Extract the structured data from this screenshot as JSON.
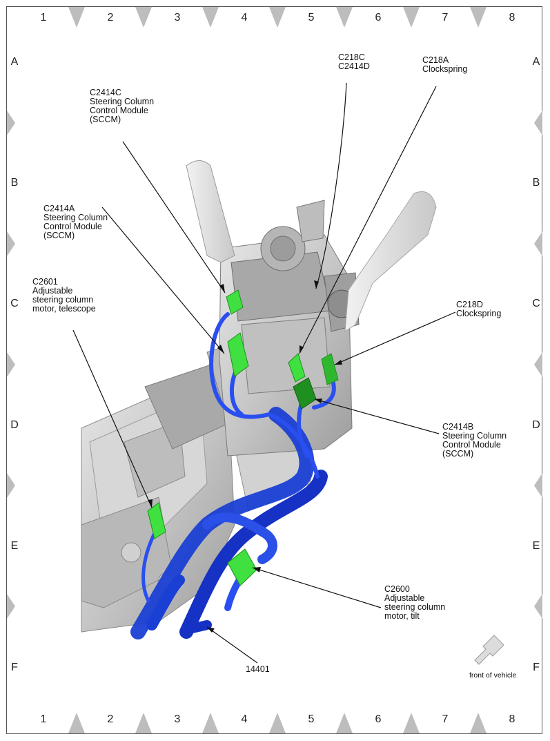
{
  "grid": {
    "columns": [
      "1",
      "2",
      "3",
      "4",
      "5",
      "6",
      "7",
      "8"
    ],
    "rows": [
      "A",
      "B",
      "C",
      "D",
      "E",
      "F"
    ]
  },
  "callouts": [
    {
      "id": "c2414c",
      "text": "C2414C\nSteering Column\nControl Module\n(SCCM)"
    },
    {
      "id": "c218c",
      "text": "C218C\nC2414D"
    },
    {
      "id": "c218a",
      "text": "C218A\nClockspring"
    },
    {
      "id": "c2414a",
      "text": "C2414A\nSteering Column\nControl Module\n(SCCM)"
    },
    {
      "id": "c2601",
      "text": "C2601\nAdjustable\nsteering column\nmotor, telescope"
    },
    {
      "id": "c218d",
      "text": "C218D\nClockspring"
    },
    {
      "id": "c2414b",
      "text": "C2414B\nSteering Column\nControl Module\n(SCCM)"
    },
    {
      "id": "c2600",
      "text": "C2600\nAdjustable\nsteering column\nmotor, tilt"
    },
    {
      "id": "harness",
      "text": "14401"
    }
  ],
  "orientation_label": "front of vehicle",
  "colors": {
    "harness": "#1a3fd4",
    "connector": "#3fe03f",
    "connector_dark": "#1f8f1f",
    "body": "#c9c9c9",
    "grid_marker": "#bdbdbd"
  }
}
